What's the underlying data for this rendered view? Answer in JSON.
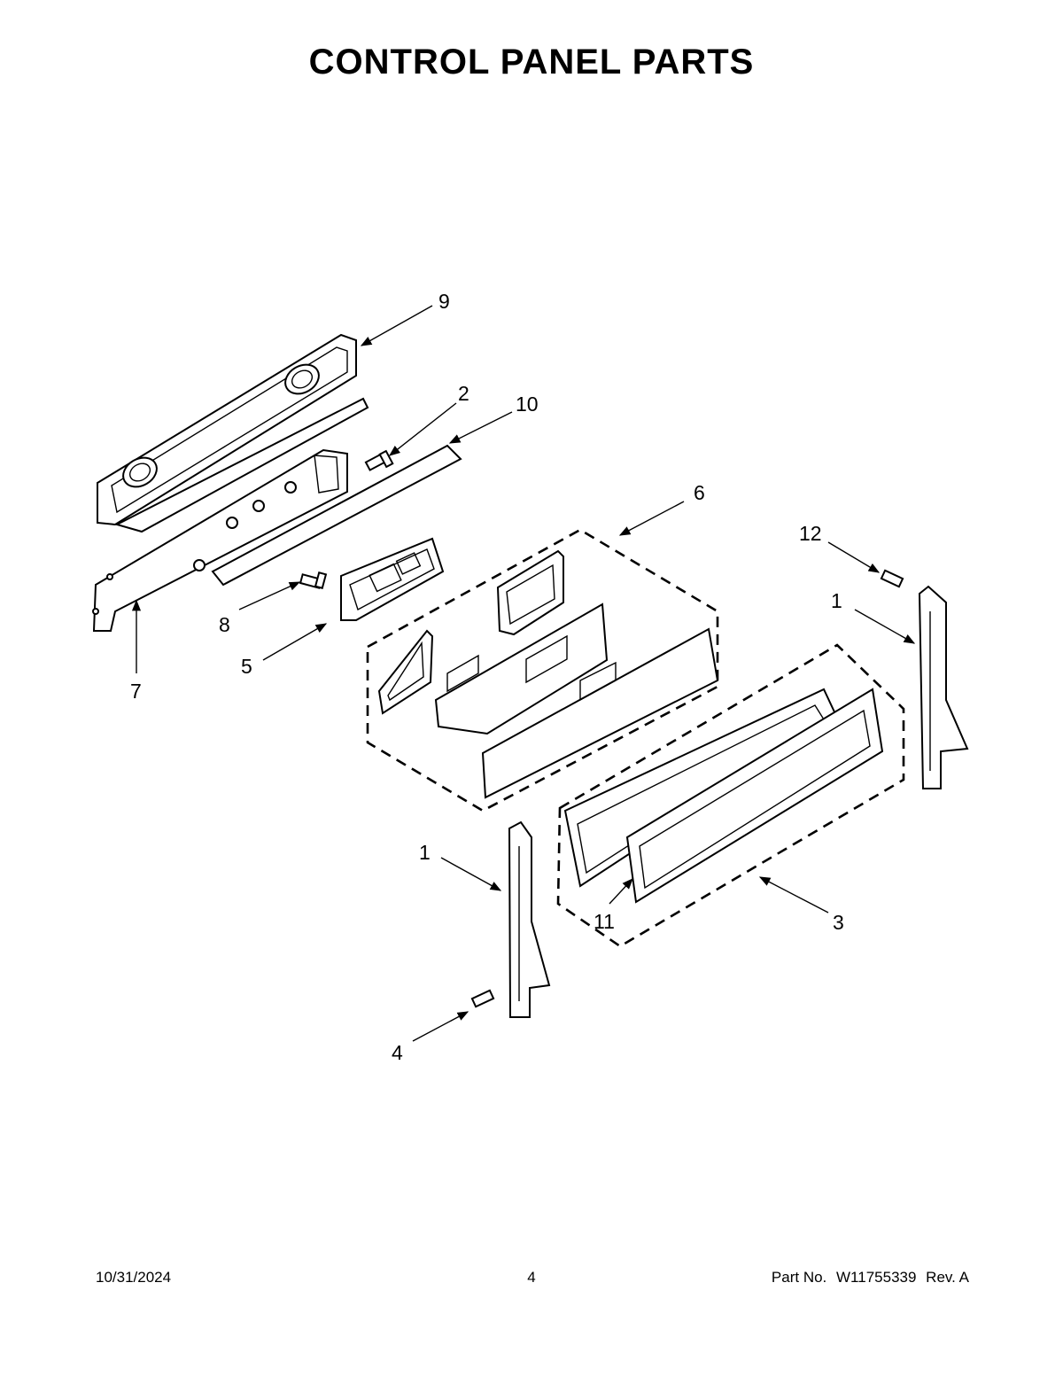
{
  "page": {
    "title": "CONTROL PANEL PARTS"
  },
  "callouts": [
    {
      "id": "c9",
      "label": "9"
    },
    {
      "id": "c2",
      "label": "2"
    },
    {
      "id": "c10",
      "label": "10"
    },
    {
      "id": "c6",
      "label": "6"
    },
    {
      "id": "c12",
      "label": "12"
    },
    {
      "id": "c1a",
      "label": "1"
    },
    {
      "id": "c8",
      "label": "8"
    },
    {
      "id": "c5",
      "label": "5"
    },
    {
      "id": "c7",
      "label": "7"
    },
    {
      "id": "c1b",
      "label": "1"
    },
    {
      "id": "c11",
      "label": "11"
    },
    {
      "id": "c3",
      "label": "3"
    },
    {
      "id": "c4",
      "label": "4"
    }
  ],
  "footer": {
    "date": "10/31/2024",
    "page_number": "4",
    "part_label": "Part No.",
    "part_number": "W11755339",
    "revision": "Rev. A"
  }
}
